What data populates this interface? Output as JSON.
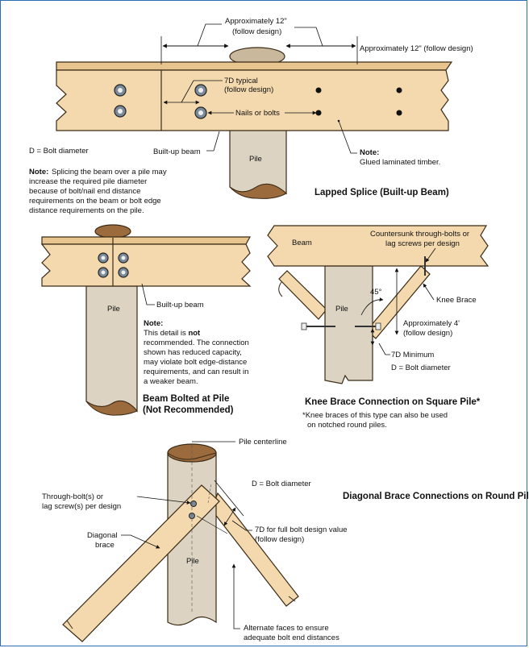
{
  "colors": {
    "wood": "#f4d9ae",
    "wood_dark": "#e8c48f",
    "wood_edge": "#3a2a15",
    "pile": "#ddd3c2",
    "pile_end": "#9b6b3e",
    "bolt": "#7a8a99",
    "frame": "#2a6db5"
  },
  "lapped": {
    "dim_left": "Approximately 12\"",
    "dim_left_sub": "(follow design)",
    "dim_right": "Approximately 12\" (follow design)",
    "seven_d": "7D typical",
    "seven_d_sub": "(follow design)",
    "nails_bolts": "Nails or bolts",
    "bolt_dia": "D = Bolt diameter",
    "built_up": "Built-up beam",
    "pile": "Pile",
    "note_title": "Note:",
    "note_glued": "Glued laminated timber.",
    "note_left_title": "Note:",
    "note_left_1": "Splicing the beam over a pile may",
    "note_left_2": "increase the required pile diameter",
    "note_left_3": "because of bolt/nail end distance",
    "note_left_4": "requirements on the beam or bolt edge",
    "note_left_5": "distance requirements on the pile.",
    "caption": "Lapped Splice (Built-up Beam)"
  },
  "bolted": {
    "pile": "Pile",
    "built_up": "Built-up beam",
    "note_title": "Note:",
    "note_1a": "This detail is ",
    "note_1b": "not",
    "note_2": "recommended. The connection",
    "note_3": "shown has reduced capacity,",
    "note_4": "may violate bolt edge-distance",
    "note_5": "requirements, and can result in",
    "note_6": "a weaker beam.",
    "caption_1": "Beam Bolted at Pile",
    "caption_2": "(Not Recommended)"
  },
  "knee": {
    "beam": "Beam",
    "countersunk_1": "Countersunk through-bolts or",
    "countersunk_2": "lag screws per design",
    "angle": "45°",
    "knee_brace": "Knee Brace",
    "pile": "Pile",
    "approx_4": "Approximately 4'",
    "approx_4_sub": "(follow design)",
    "seven_d_min": "7D Minimum",
    "bolt_dia": "D = Bolt diameter",
    "caption": "Knee Brace Connection on Square Pile*",
    "footnote_1": "*Knee braces of this type can also be used",
    "footnote_2": "on notched round piles."
  },
  "diagonal": {
    "centerline": "Pile centerline",
    "bolt_dia": "D = Bolt diameter",
    "through_bolt_1": "Through-bolt(s) or",
    "through_bolt_2": "lag screw(s) per design",
    "diag_brace_1": "Diagonal",
    "diag_brace_2": "brace",
    "pile": "Pile",
    "seven_d_full_1": "7D for full bolt design value",
    "seven_d_full_2": "(follow design)",
    "alternate_1": "Alternate faces to ensure",
    "alternate_2": "adequate bolt end distances",
    "caption": "Diagonal Brace Connections on Round Pile"
  }
}
